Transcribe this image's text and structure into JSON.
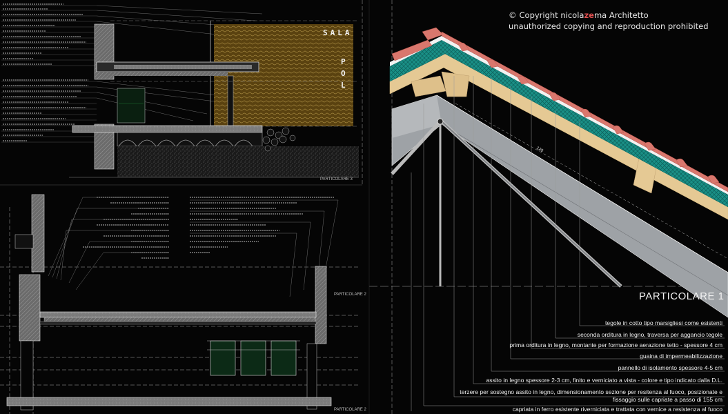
{
  "copyright": {
    "symbol": "©",
    "prefix": "Copyright nicola",
    "highlight": "ze",
    "suffix": "ma Architetto",
    "line2": "unauthorized copying and reproduction prohibited",
    "highlight_color": "#e05050"
  },
  "particolare1": {
    "title": "PARTICOLARE 1",
    "dimension": "120",
    "legend": [
      "tegole in cotto tipo marsigliesi come esistenti",
      "seconda orditura in legno, traversa per aggancio tegole",
      "prima orditura in legno, montante per formazione aerazione tetto - spessore 4 cm",
      "guaina di impermeabilizzazione",
      "pannello di isolamento spessore 4-5 cm",
      "assito in legno spessore 2-3 cm, finito e verniciato a vista - colore e tipo indicato dalla D.L.",
      "terzere per sostegno assito in legno, dimensionamento sezione per resitenza al fuoco, posizionate e",
      "fissaggio sulle capriate a passo di 155 cm",
      "capriata in ferro esistente riverniciata e trattata con vernice a resistenza al fuoco"
    ]
  },
  "particolare2": {
    "title": "PARTICOLARE 2"
  },
  "particolare3": {
    "title": "PARTICOLARE 3",
    "room_label": "SALA",
    "room_label2": [
      "P",
      "O",
      "L"
    ]
  },
  "colors": {
    "tile": "#d9776d",
    "insulation": "#1a8f86",
    "wood": "#e5c994",
    "steel": "#9ea2a6",
    "brick": "#7a5a1c"
  }
}
